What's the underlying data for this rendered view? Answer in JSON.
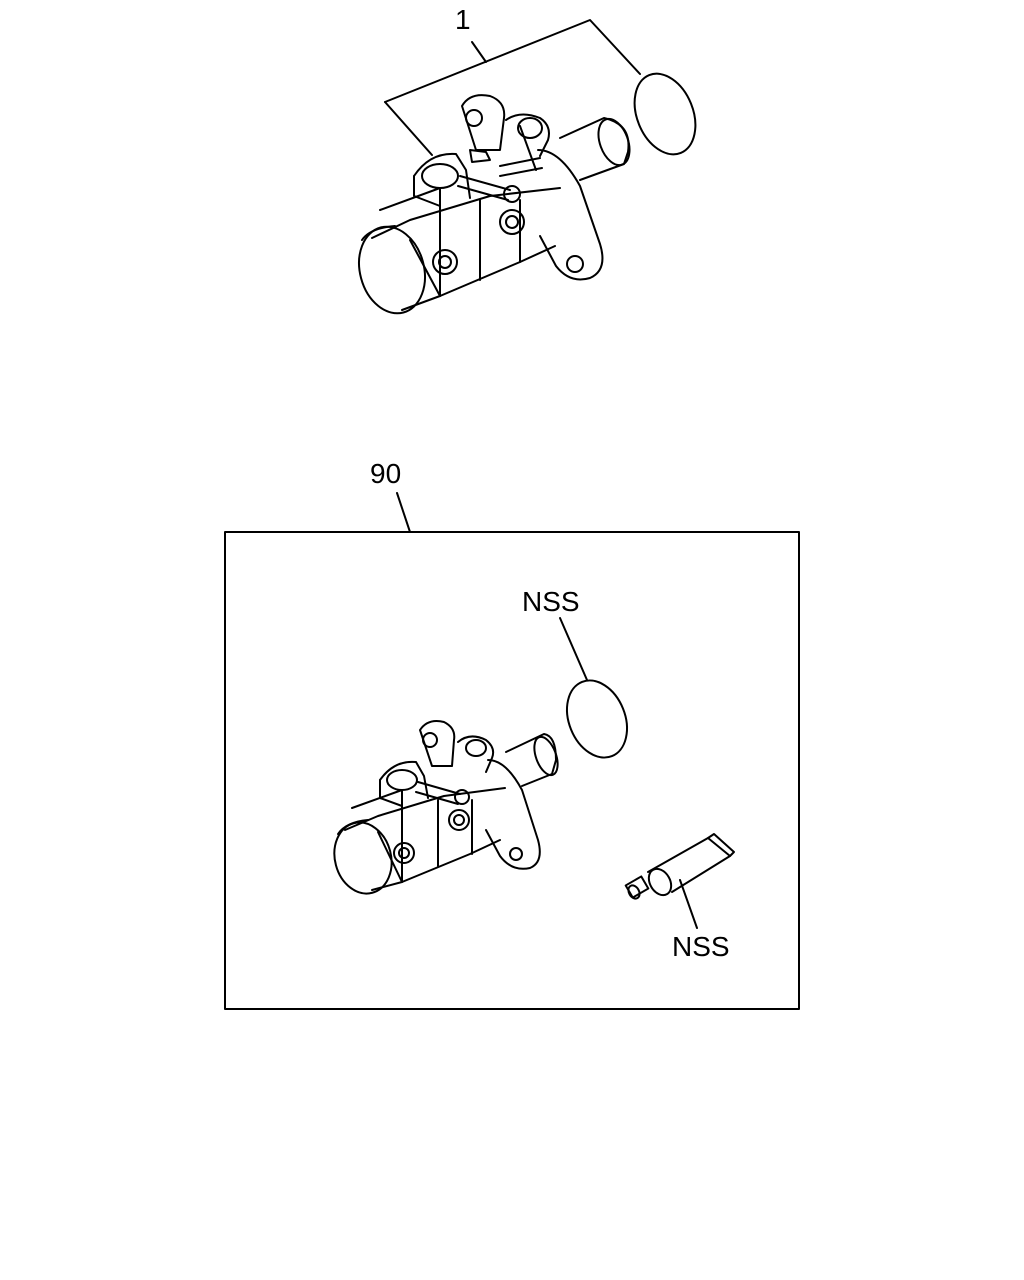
{
  "callouts": {
    "top_assembly": "1",
    "kit": "90",
    "kit_seal": "NSS",
    "kit_grease": "NSS"
  }
}
